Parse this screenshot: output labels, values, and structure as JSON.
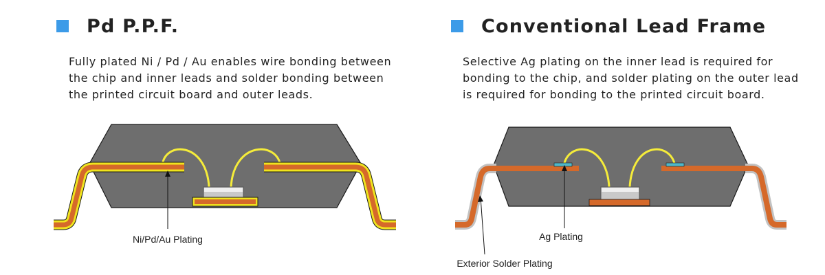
{
  "left": {
    "title": "Pd P.P.F.",
    "description": [
      "Fully plated Ni / Pd / Au enables wire bonding between",
      "the chip and inner leads and solder bonding between",
      "the printed circuit board and outer leads."
    ],
    "callout": "Ni/Pd/Au Plating"
  },
  "right": {
    "title": "Conventional Lead Frame",
    "description": [
      "Selective Ag plating on the inner lead is required for",
      "bonding to the chip, and solder plating on the outer lead",
      "is required for bonding to the printed circuit board."
    ],
    "callout_ag": "Ag Plating",
    "callout_solder": "Exterior Solder Plating"
  },
  "colors": {
    "accent_square": "#3c9be8",
    "mold_body": "#6e6e6e",
    "lead_copper": "#d5692a",
    "ni_pd_au_plating": "#f0e41e",
    "solder_plating": "#c2c2c2",
    "ag_plating": "#4fb7c9",
    "bond_wire": "#f5ec3a"
  },
  "icons": [
    "square-bullet-icon"
  ]
}
